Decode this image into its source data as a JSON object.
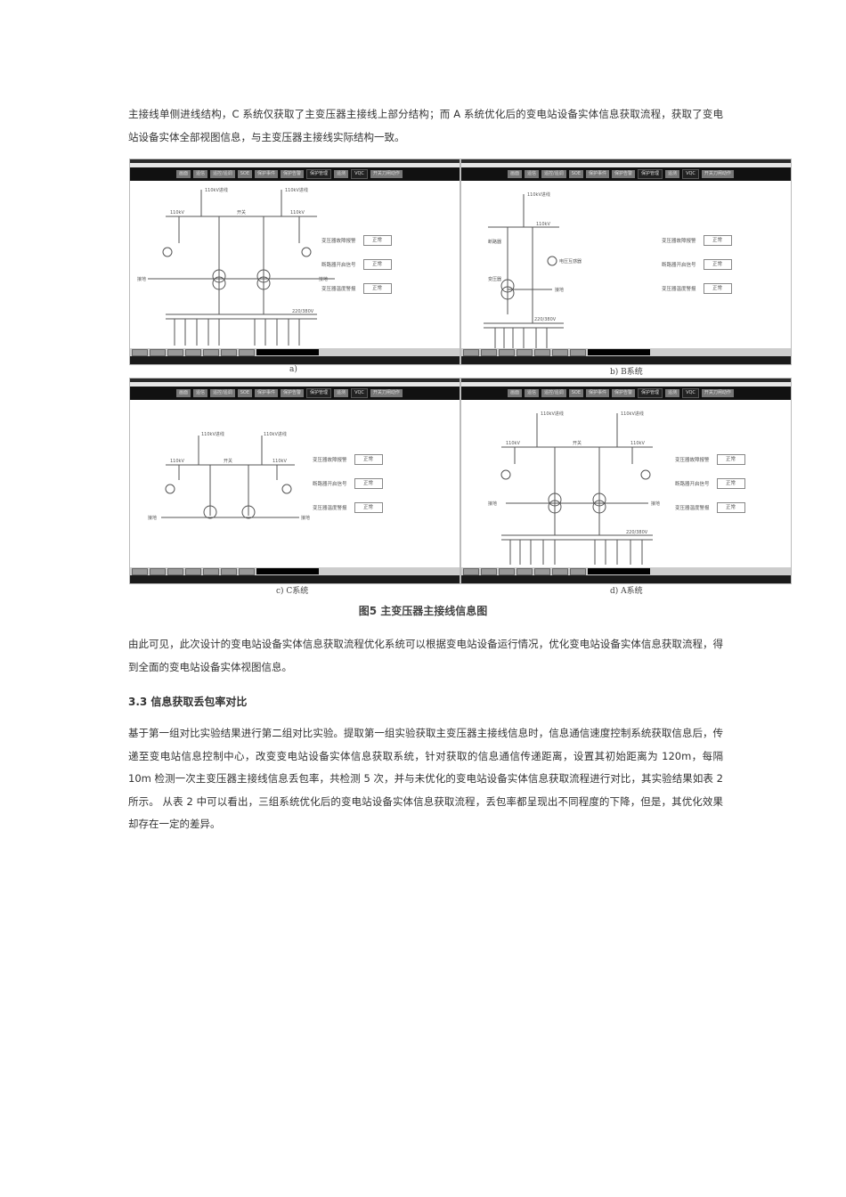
{
  "paragraphs": {
    "p1": "主接线单侧进线结构，C 系统仅获取了主变压器主接线上部分结构；而 A 系统优化后的变电站设备实体信息获取流程，获取了变电站设备实体全部视图信息，与主变压器主接线实际结构一致。",
    "p2": "由此可见，此次设计的变电站设备实体信息获取流程优化系统可以根据变电站设备运行情况，优化变电站设备实体信息获取流程，得到全面的变电站设备实体视图信息。",
    "p3": "基于第一组对比实验结果进行第二组对比实验。提取第一组实验获取主变压器主接线信息时，信息通信速度控制系统获取信息后，传递至变电站信息控制中心，改变变电站设备实体信息获取系统，针对获取的信息通信传递距离，设置其初始距离为 120m，每隔 10m 检测一次主变压器主接线信息丢包率，共检测 5 次，并与未优化的变电站设备实体信息获取流程进行对比，其实验结果如表 2 所示。 从表 2 中可以看出，三组系统优化后的变电站设备实体信息获取流程，丢包率都呈现出不同程度的下降，但是，其优化效果却存在一定的差异。"
  },
  "section_heading": "3.3 信息获取丢包率对比",
  "figure": {
    "title": "图5  主变压器主接线信息图",
    "toolbar_items": [
      "画面",
      "遥信",
      "遥控/遥调",
      "SOE",
      "保护事件",
      "保护告警",
      "保护管理",
      "遥测",
      "VQC",
      "开关刀闸动作"
    ],
    "status_panel": [
      {
        "label": "变压器故障报警",
        "value": "正常"
      },
      {
        "label": "断路器开启信号",
        "value": "正常"
      },
      {
        "label": "变压器温度警报",
        "value": "正常"
      }
    ],
    "panels": [
      {
        "id": "a",
        "caption": "a)",
        "labels": {
          "feeder": "110kV进线",
          "bus": "110kV",
          "tie": "开关",
          "low_bus": "220/380V",
          "ground": "接地",
          "pt": "电压互感器",
          "tr": "变压器"
        }
      },
      {
        "id": "b",
        "caption": "b) B系统",
        "labels": {
          "feeder": "110kV进线",
          "bus": "110kV",
          "low_bus": "220/380V",
          "ground": "接地",
          "pt": "电压互感器",
          "tr": "变压器",
          "breaker": "断路器"
        }
      },
      {
        "id": "c",
        "caption": "c) C系统",
        "labels": {
          "feeder": "110kV进线",
          "bus": "110kV",
          "tie": "开关",
          "ground": "接地",
          "pt": "电压互感器",
          "tr": "变压器"
        }
      },
      {
        "id": "d",
        "caption": "d) A系统",
        "labels": {
          "feeder": "110kV进线",
          "bus": "110kV",
          "tie": "开关",
          "low_bus": "220/380V",
          "ground": "接地",
          "pt": "电压互感器",
          "tr": "变压器"
        }
      }
    ]
  }
}
